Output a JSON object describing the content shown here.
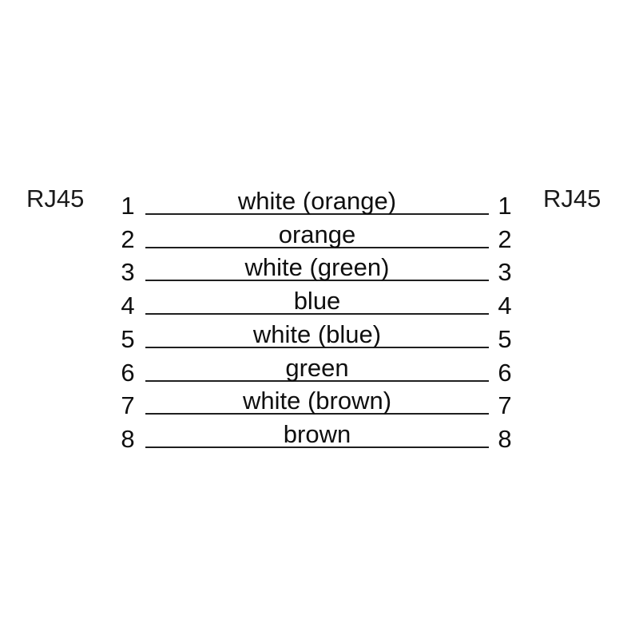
{
  "diagram": {
    "background_color": "#ffffff",
    "line_color": "#1f1f1f",
    "text_color": "#0f0f0f",
    "connector_left": "RJ45",
    "connector_right": "RJ45",
    "pins": [
      {
        "left_number": "1",
        "right_number": "1",
        "wire": "white (orange)"
      },
      {
        "left_number": "2",
        "right_number": "2",
        "wire": "orange"
      },
      {
        "left_number": "3",
        "right_number": "3",
        "wire": "white (green)"
      },
      {
        "left_number": "4",
        "right_number": "4",
        "wire": "blue"
      },
      {
        "left_number": "5",
        "right_number": "5",
        "wire": "white (blue)"
      },
      {
        "left_number": "6",
        "right_number": "6",
        "wire": "green"
      },
      {
        "left_number": "7",
        "right_number": "7",
        "wire": "white (brown)"
      },
      {
        "left_number": "8",
        "right_number": "8",
        "wire": "brown"
      }
    ]
  }
}
